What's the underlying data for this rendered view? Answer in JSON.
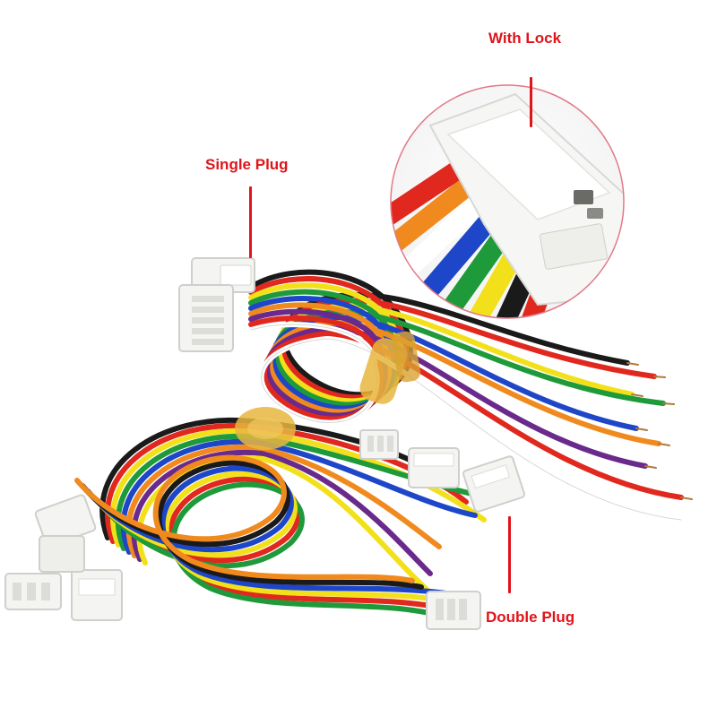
{
  "labels": {
    "with_lock": "With Lock",
    "single_plug": "Single Plug",
    "double_plug": "Double Plug"
  },
  "colors": {
    "callout": "#e0141a",
    "connector": "#f4f4f2",
    "connector_shadow": "#cfcfcc",
    "cable_tie": "#e8b640",
    "wires": [
      "#1a1a1a",
      "#e0281e",
      "#f08a1e",
      "#f2e11a",
      "#1f9a3a",
      "#1e46c8",
      "#6a2a8c",
      "#ffffff"
    ]
  },
  "icons": {
    "connector": "jst-connector-icon",
    "cable_tie": "cable-tie-icon",
    "magnifier": "zoom-circle-icon"
  }
}
